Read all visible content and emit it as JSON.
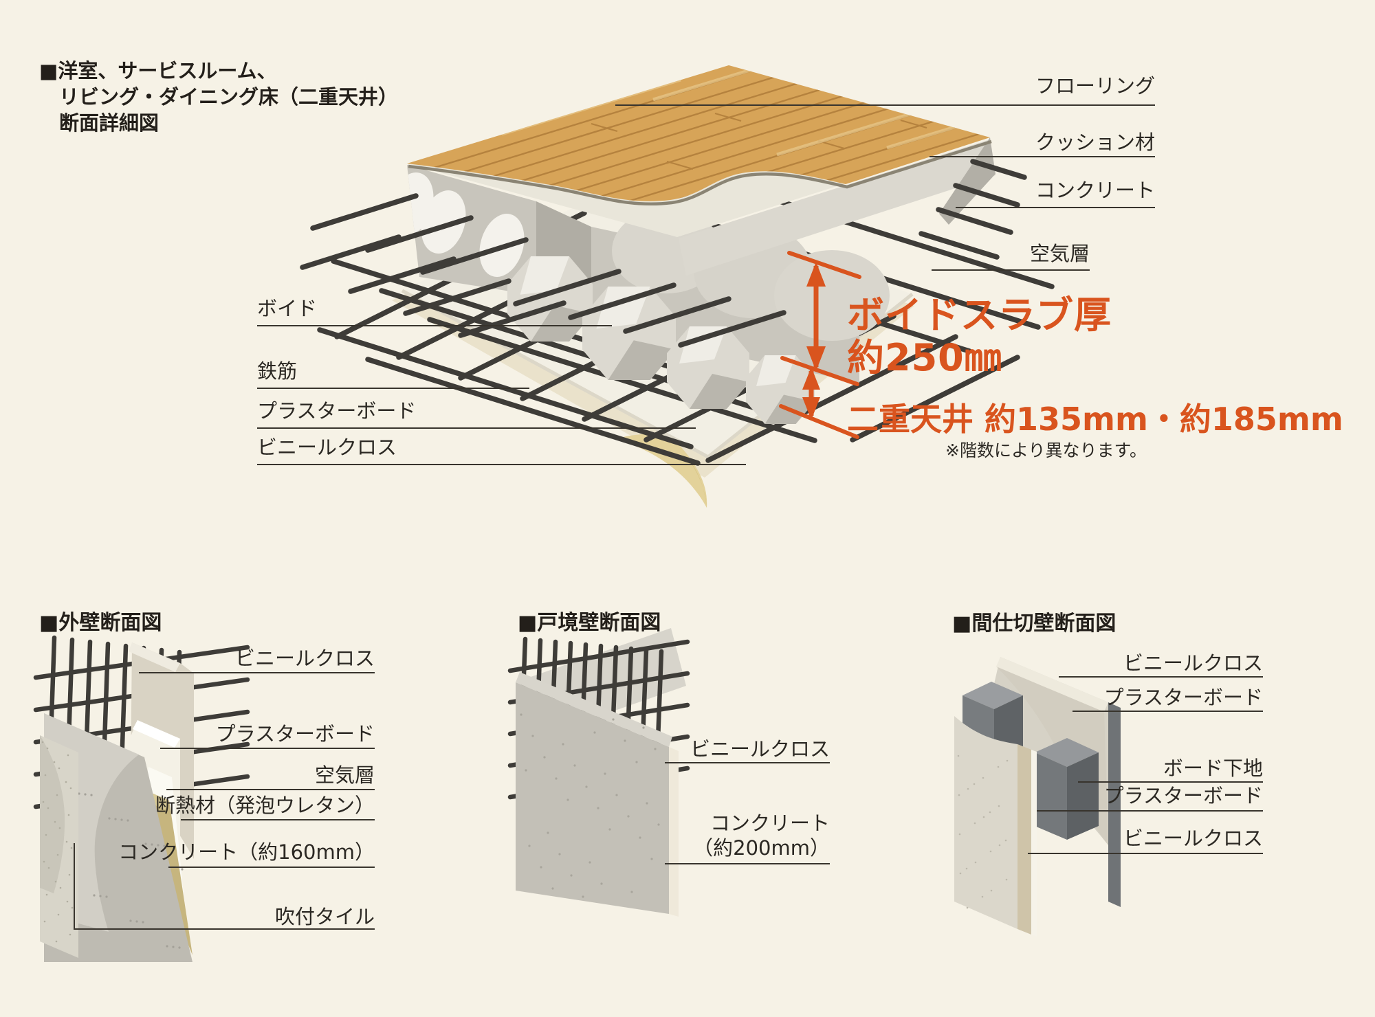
{
  "colors": {
    "background": "#f6f2e6",
    "accent_orange": "#d9541e",
    "text": "#2b2823",
    "rebar": "#3e3c38"
  },
  "floor": {
    "title_lines": [
      "■洋室、サービスルーム、",
      "リビング・ダイニング床（二重天井）",
      "断面詳細図"
    ],
    "left_labels": [
      "ボイド",
      "鉄筋",
      "プラスターボード",
      "ビニールクロス"
    ],
    "right_labels": [
      "フローリング",
      "クッション材",
      "コンクリート",
      "空気層"
    ],
    "dim_slab_title": "ボイドスラブ厚",
    "dim_slab_value": "約250㎜",
    "dim_ceiling": "二重天井 約135mm・約185mm",
    "note": "※階数により異なります。"
  },
  "walls": {
    "exterior": {
      "title": "■外壁断面図",
      "labels": [
        "ビニールクロス",
        "プラスターボード",
        "空気層",
        "断熱材（発泡ウレタン）",
        "コンクリート（約160mm）",
        "吹付タイル"
      ]
    },
    "party": {
      "title": "■戸境壁断面図",
      "labels": [
        "ビニールクロス",
        "コンクリート",
        "（約200mm）"
      ]
    },
    "partition": {
      "title": "■間仕切壁断面図",
      "labels": [
        "ビニールクロス",
        "プラスターボード",
        "ボード下地",
        "プラスターボード",
        "ビニールクロス"
      ]
    }
  }
}
